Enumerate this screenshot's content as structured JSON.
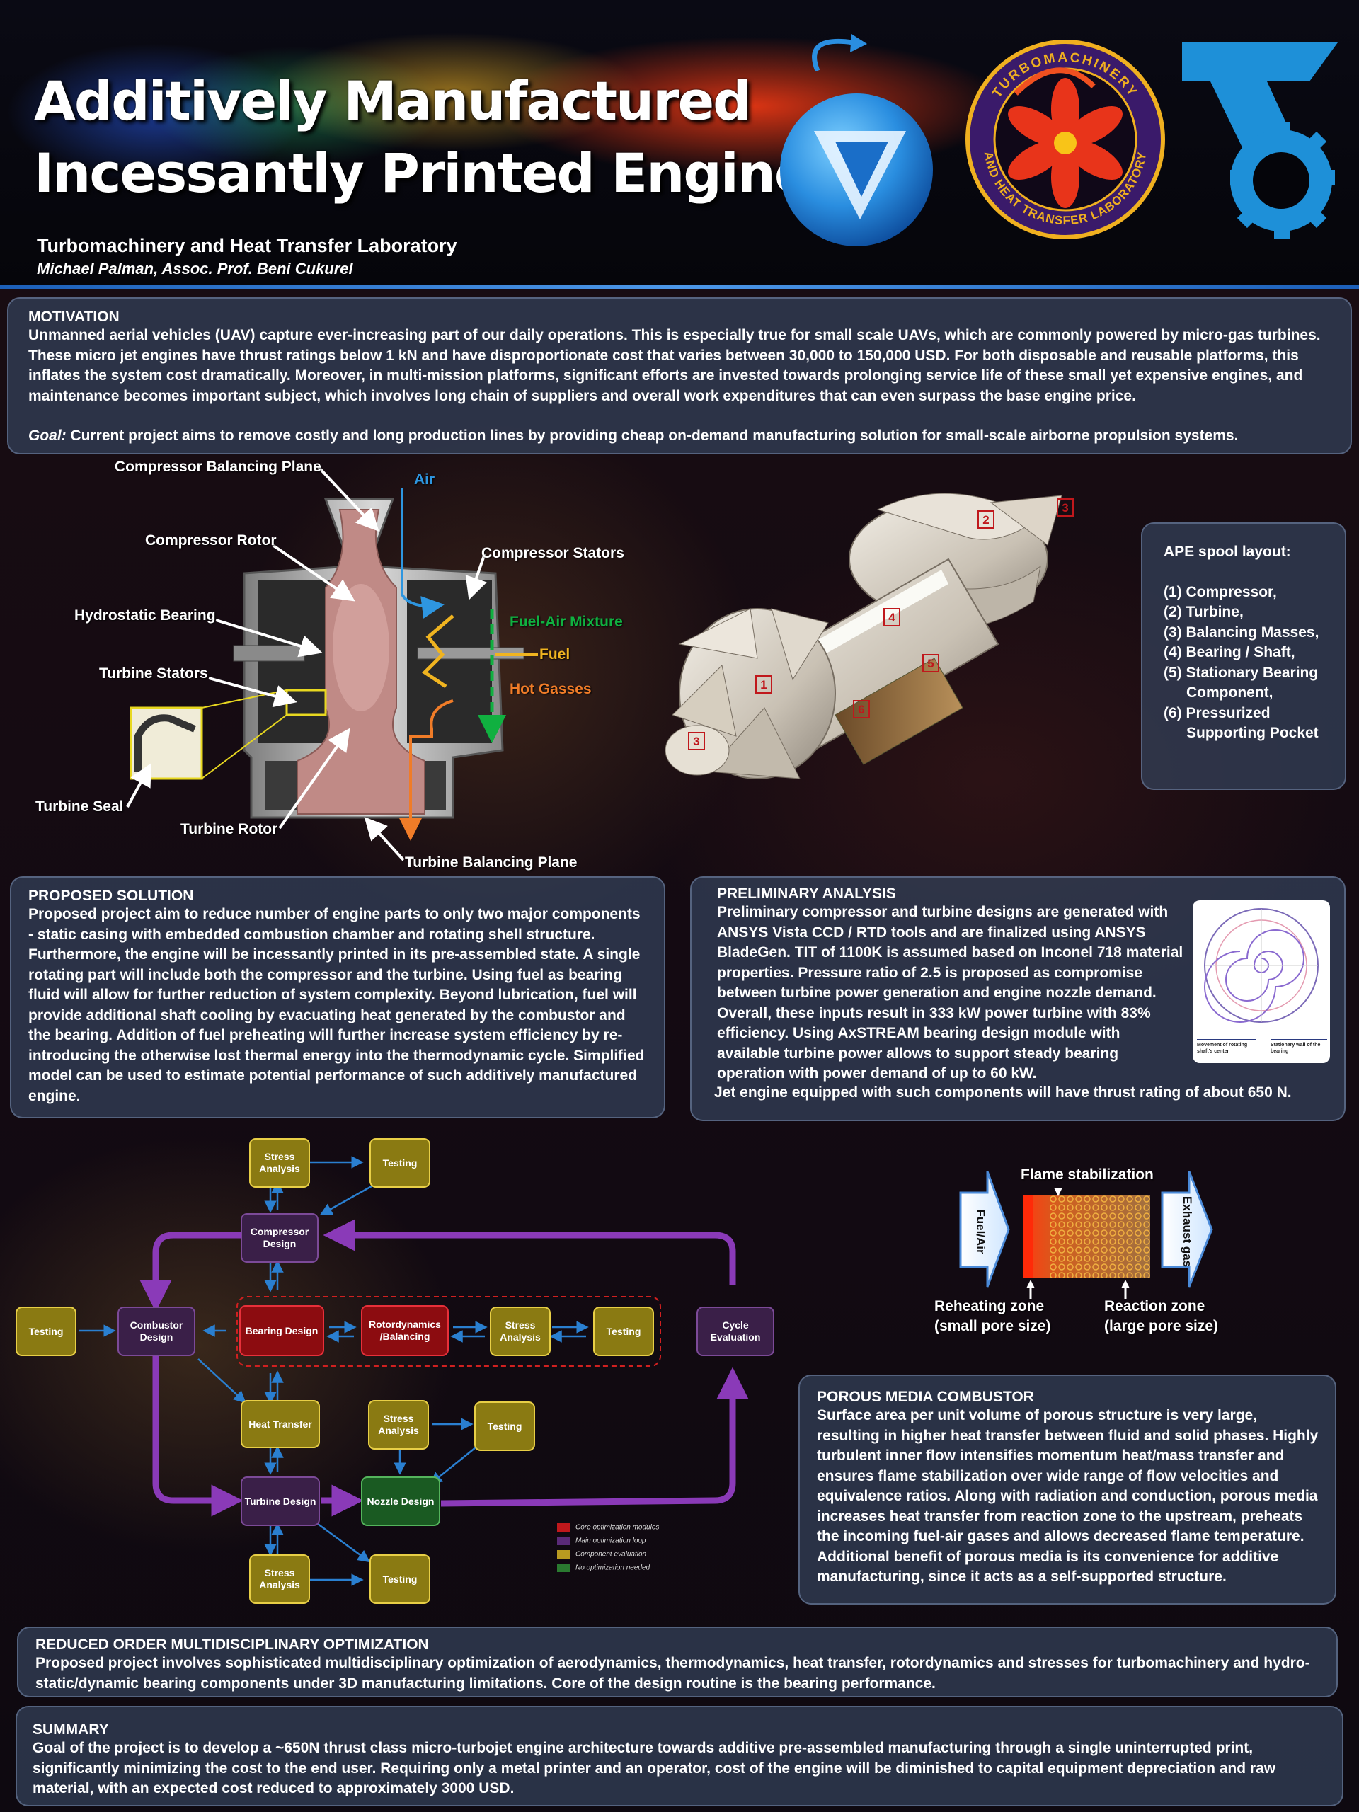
{
  "header": {
    "title_line1": "Additively Manufactured",
    "title_line2": "Incessantly Printed Engine",
    "lab_name": "Turbomachinery and Heat Transfer Laboratory",
    "authors": "Michael Palman, Assoc. Prof. Beni Cukurel",
    "logo_lab_text_top": "TURBOMACHINERY",
    "logo_lab_text_bottom": "AND HEAT TRANSFER LABORATORY"
  },
  "motivation": {
    "heading": "MOTIVATION",
    "body": "Unmanned aerial vehicles (UAV) capture ever-increasing part of our daily operations. This is especially true for small scale UAVs, which are commonly powered by micro-gas turbines. These micro jet engines have thrust ratings below 1 kN and have disproportionate cost that varies between 30,000 to 150,000 USD. For both disposable and reusable platforms, this inflates the system cost dramatically. Moreover, in multi-mission platforms, significant efforts are invested towards prolonging service life of these small yet expensive engines, and maintenance becomes important subject, which involves long chain of suppliers and overall work expenditures that can even surpass the base engine price.",
    "goal_label": "Goal:",
    "goal_text": " Current project aims to remove costly and long production lines by providing cheap on-demand manufacturing solution for small-scale airborne propulsion systems."
  },
  "engine_diagram": {
    "labels": {
      "compressor_balancing_plane": "Compressor Balancing Plane",
      "air": "Air",
      "compressor_rotor": "Compressor Rotor",
      "compressor_stators": "Compressor Stators",
      "hydrostatic_bearing": "Hydrostatic Bearing",
      "fuel_air_mixture": "Fuel-Air Mixture",
      "fuel": "Fuel",
      "turbine_stators": "Turbine Stators",
      "hot_gasses": "Hot Gasses",
      "turbine_seal": "Turbine Seal",
      "turbine_rotor": "Turbine Rotor",
      "turbine_balancing_plane": "Turbine Balancing Plane"
    },
    "colors": {
      "air": "#2e96e0",
      "fuel_air": "#10b040",
      "fuel": "#f0b420",
      "hot": "#f07c28"
    }
  },
  "spool": {
    "markers": [
      "1",
      "2",
      "3",
      "3",
      "4",
      "5",
      "6"
    ],
    "heading": "APE spool layout:",
    "items": [
      "(1) Compressor,",
      "(2) Turbine,",
      "(3) Balancing Masses,",
      "(4) Bearing / Shaft,",
      "(5) Stationary Bearing",
      "Component,",
      "(6) Pressurized",
      "Supporting Pocket"
    ]
  },
  "proposed": {
    "heading": "PROPOSED SOLUTION",
    "body": "Proposed project aim to reduce number of engine parts to only two major components - static casing with embedded combustion chamber and rotating shell structure. Furthermore, the engine will be incessantly printed in its pre-assembled state. A single rotating part will include both the compressor and the turbine. Using fuel as bearing fluid will allow for further reduction of system complexity. Beyond lubrication, fuel will provide additional shaft cooling by evacuating heat generated by the combustor and the bearing. Addition of fuel preheating will further increase system efficiency by re-introducing the otherwise lost thermal energy into the thermodynamic cycle. Simplified model can be used to estimate potential performance of such additively manufactured engine."
  },
  "preliminary": {
    "heading": "PRELIMINARY ANALYSIS",
    "body": "Preliminary compressor and turbine designs are generated with ANSYS Vista CCD / RTD tools and are finalized using ANSYS BladeGen. TIT of 1100K is assumed based on Inconel 718 material properties. Pressure ratio of 2.5 is proposed as compromise between turbine power generation and engine nozzle demand. Overall, these inputs result in 333 kW power turbine with 83% efficiency. Using AxSTREAM bearing design module with available turbine power allows to support steady bearing operation with power demand of up to 60 kW.",
    "last_line": "Jet engine equipped with such components will have thrust rating of about 650 N.",
    "inset_caption_left": "Movement of rotating shaft's center",
    "inset_caption_right": "Stationary wall of the bearing"
  },
  "flowchart": {
    "boxes": {
      "stress_top": "Stress Analysis",
      "testing_top": "Testing",
      "compressor_design": "Compressor Design",
      "testing_left": "Testing",
      "combustor_design": "Combustor Design",
      "bearing_design": "Bearing Design",
      "rotordynamics": "Rotordynamics /Balancing",
      "stress_mid": "Stress Analysis",
      "testing_mid": "Testing",
      "cycle_eval": "Cycle Evaluation",
      "heat_transfer": "Heat Transfer",
      "stress_nozzle": "Stress Analysis",
      "testing_nozzle": "Testing",
      "turbine_design": "Turbine Design",
      "nozzle_design": "Nozzle Design",
      "stress_bottom": "Stress Analysis",
      "testing_bottom": "Testing"
    },
    "legend": [
      {
        "label": "Core optimization modules",
        "color": "#c0181c"
      },
      {
        "label": "Main optimization loop",
        "color": "#5a2a78"
      },
      {
        "label": "Component evaluation",
        "color": "#b89a20"
      },
      {
        "label": "No optimization needed",
        "color": "#2a7a30"
      }
    ]
  },
  "combustor_figure": {
    "flame_stabilization": "Flame stabilization",
    "fuel_air": "Fuel/Air",
    "exhaust_gas": "Exhaust gas",
    "reheating_zone": "Reheating zone",
    "reheating_sub": "(small pore size)",
    "reaction_zone": "Reaction zone",
    "reaction_sub": "(large pore size)"
  },
  "porous": {
    "heading": "POROUS MEDIA COMBUSTOR",
    "body": "Surface area per unit volume of porous structure is very large, resulting in higher heat transfer between fluid and solid phases. Highly turbulent inner flow intensifies momentum heat/mass transfer and ensures flame stabilization over wide range of flow velocities and equivalence ratios. Along with radiation and conduction, porous media increases heat transfer from reaction zone to the upstream, preheats the incoming fuel-air gases and allows decreased flame temperature. Additional benefit of porous media is its convenience for additive manufacturing, since it acts as a self-supported structure."
  },
  "reduced": {
    "heading": "REDUCED ORDER MULTIDISCIPLINARY OPTIMIZATION",
    "body": "Proposed project involves sophisticated multidisciplinary optimization of aerodynamics, thermodynamics, heat transfer, rotordynamics and stresses for turbomachinery and hydro-static/dynamic bearing components under 3D manufacturing limitations. Core of the design routine is the bearing performance."
  },
  "summary": {
    "heading": "SUMMARY",
    "body": "Goal of the project is to develop a ~650N thrust class micro-turbojet engine architecture towards additive pre-assembled manufacturing through a single uninterrupted print, significantly minimizing the cost to the end user.  Requiring only a metal printer and an operator, cost of the engine will be diminished to capital equipment depreciation and raw material, with an expected cost reduced to approximately 3000 USD."
  }
}
